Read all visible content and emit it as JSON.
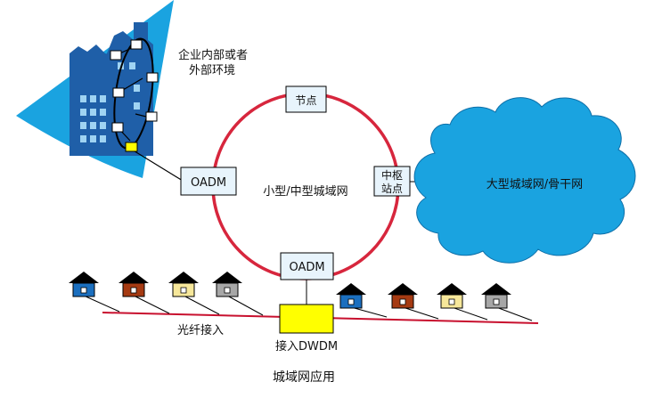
{
  "diagram": {
    "enterprise_label_line1": "企业内部或者",
    "enterprise_label_line2": "外部环境",
    "node_top": "节点",
    "hub_line1": "中枢",
    "hub_line2": "站点",
    "oadm_left": "OADM",
    "oadm_bottom": "OADM",
    "ring_label": "小型/中型城域网",
    "cloud_label": "大型城域网/骨干网",
    "fiber_label": "光纤接入",
    "dwdm_label": "接入DWDM",
    "caption": "城域网应用"
  },
  "colors": {
    "ring": "#d7263d",
    "fan": "#1aa3e0",
    "cloud": "#1aa3e0",
    "building": "#1f5fa8",
    "dwdm_box": "#ffff00",
    "access_line": "#c8102e",
    "house_fills": [
      "#1b6fbf",
      "#a53a12",
      "#f6e79a",
      "#a7a7a7",
      "#1b6fbf",
      "#a53a12",
      "#f6e79a",
      "#a7a7a7"
    ]
  }
}
